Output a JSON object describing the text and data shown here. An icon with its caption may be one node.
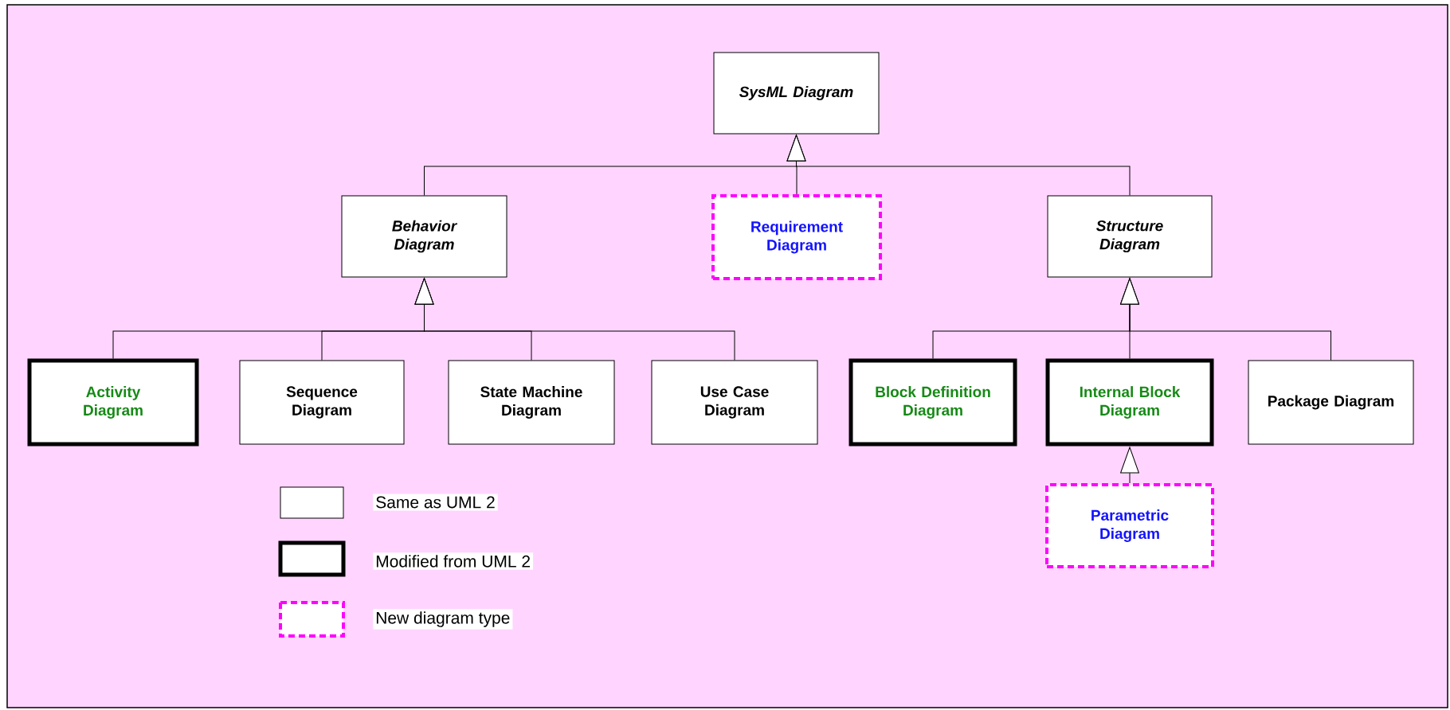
{
  "diagram": {
    "nodes": [
      {
        "text": [
          "SysML Diagram"
        ]
      },
      {
        "text": [
          "Behavior Diagram"
        ]
      },
      {
        "text": [
          "Requirement Diagram"
        ]
      },
      {
        "text": [
          "Structure Diagram"
        ]
      },
      {
        "text": [
          "Activity Diagram"
        ]
      },
      {
        "text": [
          "Sequence Diagram"
        ]
      },
      {
        "text": [
          "State Machine Diagram"
        ]
      },
      {
        "text": [
          "Use Case Diagram"
        ]
      },
      {
        "text": [
          "Block Definition Diagram"
        ]
      },
      {
        "text": [
          "Internal Block Diagram"
        ]
      },
      {
        "text": [
          "Package Diagram"
        ]
      },
      {
        "text": [
          "Parametric Diagram"
        ]
      }
    ],
    "edges": [
      {
        "from": 1,
        "to": 0,
        "arrow": "to"
      },
      {
        "from": 2,
        "to": 0,
        "arrow": "to"
      },
      {
        "from": 3,
        "to": 0,
        "arrow": "to"
      },
      {
        "from": 4,
        "to": 1,
        "arrow": "to"
      },
      {
        "from": 5,
        "to": 1,
        "arrow": "to"
      },
      {
        "from": 6,
        "to": 1,
        "arrow": "to"
      },
      {
        "from": 7,
        "to": 1,
        "arrow": "to"
      },
      {
        "from": 8,
        "to": 3,
        "arrow": "to"
      },
      {
        "from": 9,
        "to": 3,
        "arrow": "to"
      },
      {
        "from": 10,
        "to": 3,
        "arrow": "to"
      },
      {
        "from": 11,
        "to": 9,
        "arrow": "to"
      }
    ],
    "legend": [
      {
        "text": "Same as UML 2"
      },
      {
        "text": "Modified from UML 2"
      },
      {
        "text": "New diagram type"
      }
    ]
  }
}
